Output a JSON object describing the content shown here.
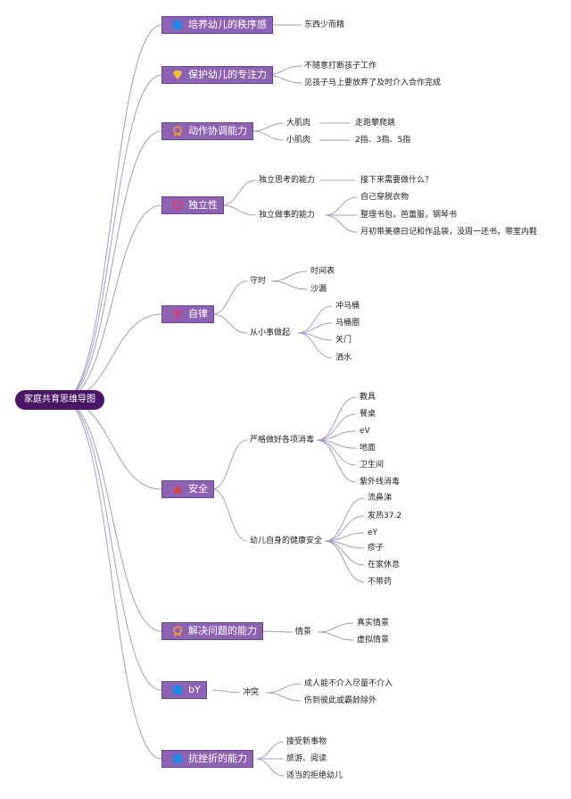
{
  "root": {
    "label": "家庭共育思维导图"
  },
  "topics": [
    {
      "label": "培养幼儿的秩序感",
      "icon": "blue-square-icon",
      "icon_color": "#1e88e5",
      "children": [
        {
          "label": "东西少而精",
          "children": []
        }
      ]
    },
    {
      "label": "保护幼儿的专注力",
      "icon": "diamond-icon",
      "icon_color": "#f2c230",
      "children": [
        {
          "label": "不随意打断孩子工作",
          "children": []
        },
        {
          "label": "见孩子马上要放弃了及时介入合作完成",
          "children": []
        }
      ]
    },
    {
      "label": "动作协调能力",
      "icon": "medal-icon",
      "icon_color": "#f0a030",
      "children": [
        {
          "label": "大肌肉",
          "children": [
            {
              "label": "走跑攀爬跳"
            }
          ]
        },
        {
          "label": "小肌肉",
          "children": [
            {
              "label": "2指、3指、5指"
            }
          ]
        }
      ]
    },
    {
      "label": "独立性",
      "icon": "heart-icon",
      "icon_color": "#e03a5a",
      "children": [
        {
          "label": "独立思考的能力",
          "children": [
            {
              "label": "接下来需要做什么？"
            }
          ]
        },
        {
          "label": "独立做事的能力",
          "children": [
            {
              "label": "自己穿脱衣物"
            },
            {
              "label": "整理书包，芭蕾服，钢琴书"
            },
            {
              "label": "月初带美德日记和作品袋，没周一还书，带室内鞋"
            }
          ]
        }
      ]
    },
    {
      "label": "自律",
      "icon": "trophy-icon",
      "icon_color": "#d04080",
      "children": [
        {
          "label": "守时",
          "children": [
            {
              "label": "时间表"
            },
            {
              "label": "沙漏"
            }
          ]
        },
        {
          "label": "从小事做起",
          "children": [
            {
              "label": "冲马桶"
            },
            {
              "label": "马桶圈"
            },
            {
              "label": "关门"
            },
            {
              "label": "洒水"
            }
          ]
        }
      ]
    },
    {
      "label": "安全",
      "icon": "flame-icon",
      "icon_color": "#e53935",
      "children": [
        {
          "label": "严格做好各项消毒",
          "children": [
            {
              "label": "教具"
            },
            {
              "label": "餐桌"
            },
            {
              "label": "eV"
            },
            {
              "label": "地面"
            },
            {
              "label": "卫生间"
            },
            {
              "label": "紫外线消毒"
            }
          ]
        },
        {
          "label": "幼儿自身的健康安全",
          "children": [
            {
              "label": "流鼻涕"
            },
            {
              "label": "发热37.2"
            },
            {
              "label": "eY"
            },
            {
              "label": "疹子"
            },
            {
              "label": "在家休息"
            },
            {
              "label": "不带药"
            }
          ]
        }
      ]
    },
    {
      "label": "解决问题的能力",
      "icon": "medal-icon",
      "icon_color": "#f0a030",
      "children": [
        {
          "label": "情景",
          "children": [
            {
              "label": "真实情景"
            },
            {
              "label": "虚拟情景"
            }
          ]
        }
      ]
    },
    {
      "label": "bY",
      "icon": "blue-square-icon",
      "icon_color": "#1e88e5",
      "children": [
        {
          "label": "冲突",
          "children": [
            {
              "label": "成人能不介入尽量不介入"
            },
            {
              "label": "伤到彼此或霸龄除外"
            }
          ]
        }
      ]
    },
    {
      "label": "抗挫折的能力",
      "icon": "blue-square-icon",
      "icon_color": "#1e88e5",
      "children": [
        {
          "label": "接受新事物",
          "children": []
        },
        {
          "label": "旅游、阅读",
          "children": []
        },
        {
          "label": "适当的拒绝幼儿",
          "children": []
        }
      ]
    }
  ]
}
